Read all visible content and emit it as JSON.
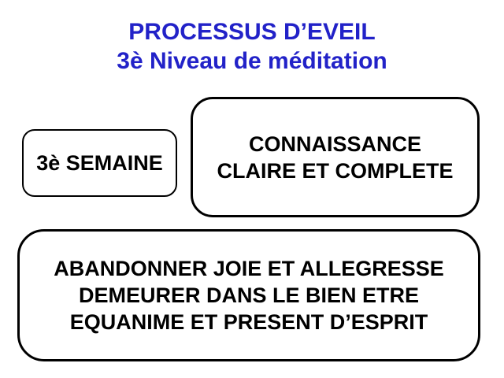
{
  "slide": {
    "background_color": "#ffffff",
    "box_border_color": "#000000",
    "box_text_color": "#000000",
    "title": {
      "line1": "PROCESSUS D’EVEIL",
      "line2": "3è Niveau de méditation",
      "color": "#2222C8"
    },
    "boxes": {
      "week": {
        "label": "3è SEMAINE"
      },
      "knowledge": {
        "line1": "CONNAISSANCE",
        "line2": "CLAIRE ET COMPLETE"
      },
      "practice": {
        "line1": "ABANDONNER JOIE ET ALLEGRESSE",
        "line2": "DEMEURER DANS LE BIEN ETRE",
        "line3": "EQUANIME ET PRESENT D’ESPRIT"
      }
    }
  }
}
